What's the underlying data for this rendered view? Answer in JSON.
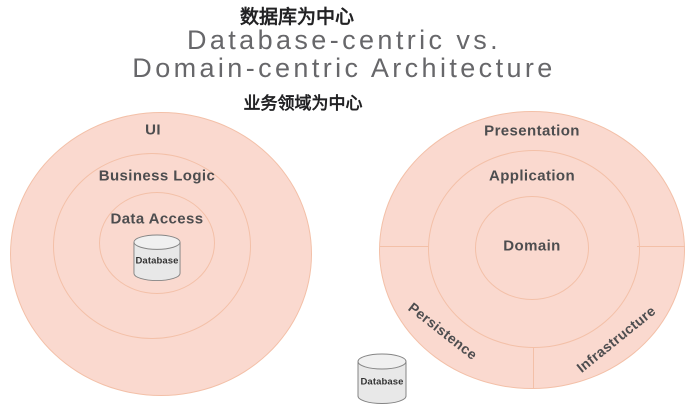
{
  "header": {
    "db_centric_zh": "数据库为中心",
    "title_line1": "Database-centric vs.",
    "title_line2": "Domain-centric Architecture",
    "domain_centric_zh": "业务领域为中心"
  },
  "left_diagram": {
    "ui_label": "UI",
    "business_logic_label": "Business Logic",
    "data_access_label": "Data Access",
    "database_label": "Database"
  },
  "right_diagram": {
    "presentation_label": "Presentation",
    "application_label": "Application",
    "domain_label": "Domain",
    "persistence_label": "Persistence",
    "infrastructure_label": "Infrastructure",
    "database_label": "Database"
  },
  "colors": {
    "ring_fill": "#fad9cf",
    "ring_stroke": "#f3c0a8",
    "label_text": "#4d4d4f",
    "title_text": "#67676a",
    "zh_text": "#222224",
    "cylinder_fill": "#e8e8e8",
    "cylinder_top_fill": "#f0f0f0",
    "cylinder_stroke": "#858585"
  }
}
